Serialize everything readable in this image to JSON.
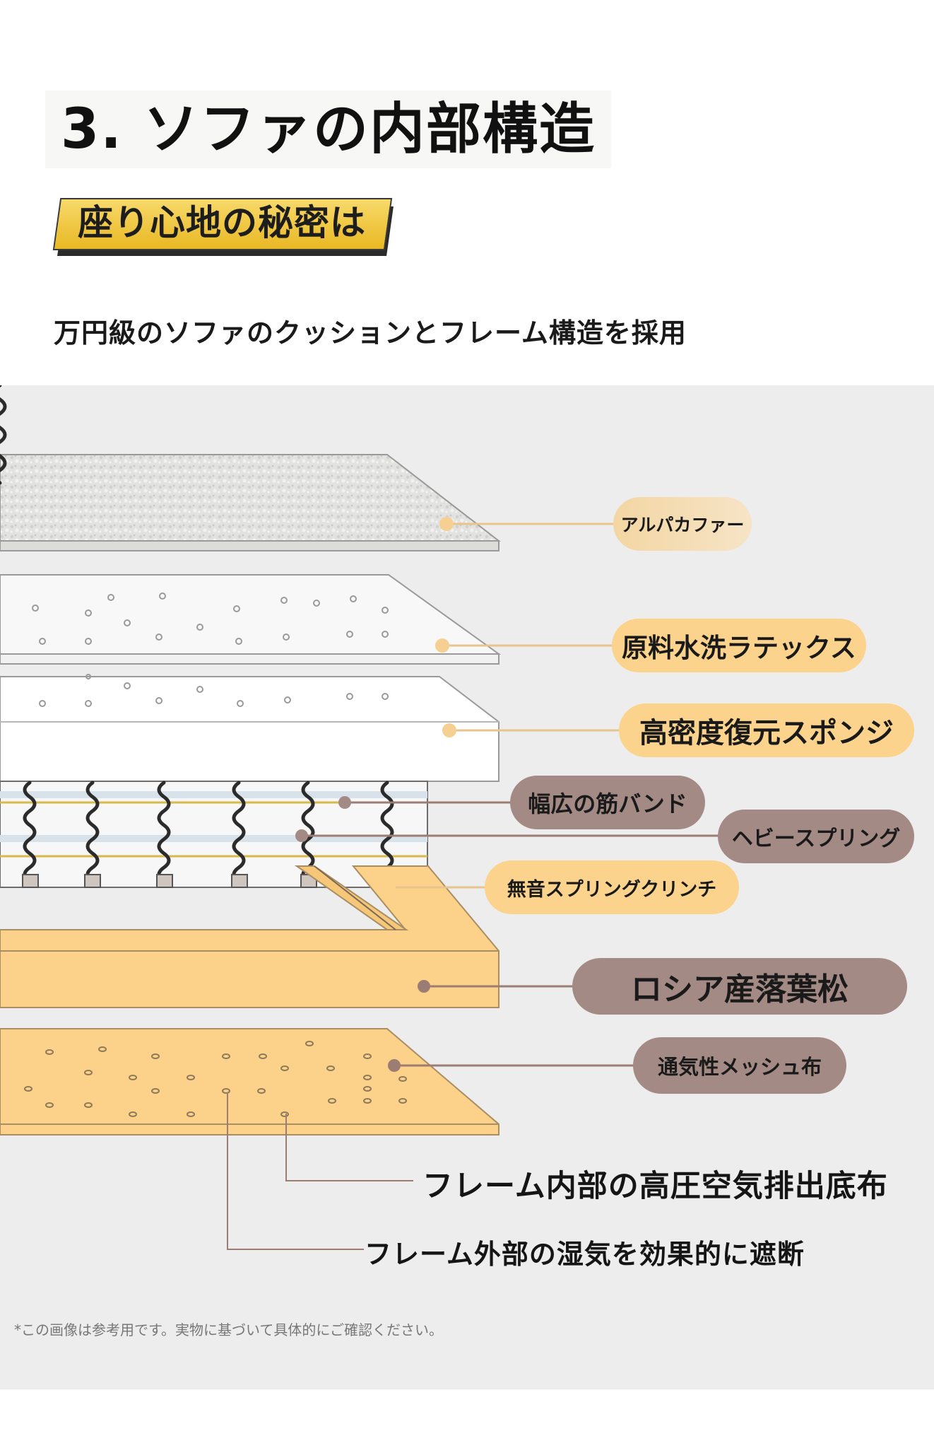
{
  "header": {
    "title": "3. ソファの内部構造",
    "badge": "座り心地の秘密は",
    "subtitle": "万円級のソファのクッションとフレーム構造を採用"
  },
  "labels": {
    "alpaca": "アルパカファー",
    "latex": "原料水洗ラテックス",
    "sponge": "高密度復元スポンジ",
    "band": "幅広の筋バンド",
    "spring": "ヘビースプリング",
    "clinch": "無音スプリングクリンチ",
    "larch": "ロシア産落葉松",
    "mesh": "通気性メッシュ布",
    "exhaust": "フレーム内部の高圧空気排出底布",
    "moisture": "フレーム外部の湿気を効果的に遮断"
  },
  "footnote": "*この画像は参考用です。実物に基づいて具体的にご確認ください。",
  "colors": {
    "panel": "#ededed",
    "beige": "#f3d6a3",
    "yellow": "#fbd38d",
    "brown": "#a48a84",
    "wood": "#fcd28a",
    "leader": "#e8c58c",
    "leader_brown": "#9c7d74"
  }
}
